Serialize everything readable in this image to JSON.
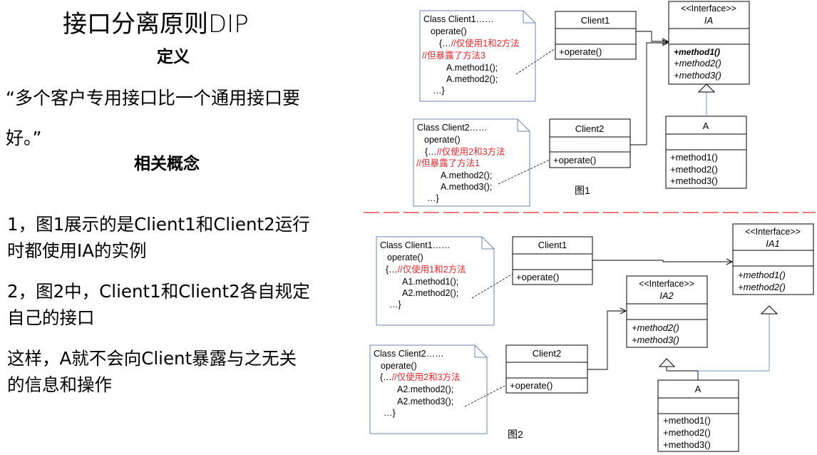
{
  "left": {
    "title": "接口分离原则DIP",
    "definition_heading": "定义",
    "definition_line1": "“多个客户专用接口比一个通用接口要",
    "definition_line2": "好。”",
    "concepts_heading": "相关概念",
    "point1_line1": "1，图1展示的是Client1和Client2运行",
    "point1_line2": "时都使用IA的实例",
    "point2_line1": "2，图2中，Client1和Client2各自规定",
    "point2_line2": "自己的接口",
    "point3_line1": "这样，A就不会向Client暴露与之无关",
    "point3_line2": "的信息和操作"
  },
  "fig1": {
    "caption": "图1",
    "note1": {
      "l1": "Class Client1……",
      "l2": "operate()",
      "l3_black": "{…",
      "l3_red": "//仅使用1和2方法",
      "l4_red": "//但暴露了方法3",
      "l5": "A.method1();",
      "l6": "A.method2();",
      "l7": "…}"
    },
    "note2": {
      "l1": "Class Client2……",
      "l2": "operate()",
      "l3_black": "{…",
      "l3_red": "//仅使用2和3方法",
      "l4_red": "//但暴露了方法1",
      "l5": "A.method2();",
      "l6": "A.method3();",
      "l7": "…}"
    },
    "client1": {
      "name": "Client1",
      "op": "+operate()"
    },
    "client2": {
      "name": "Client2",
      "op": "+operate()"
    },
    "ia": {
      "stereotype": "<<Interface>>",
      "name": "IA",
      "m1": "+method1()",
      "m2": "+method2()",
      "m3": "+method3()"
    },
    "a": {
      "name": "A",
      "m1": "+method1()",
      "m2": "+method2()",
      "m3": "+method3()"
    }
  },
  "fig2": {
    "caption": "图2",
    "note1": {
      "l1": "Class Client1……",
      "l2": "operate()",
      "l3_black": "{…",
      "l3_red": "//仅使用1和2方法",
      "l4": "A1.method1();",
      "l5": "A2.method2();",
      "l6": "…}"
    },
    "note2": {
      "l1": "Class Client2……",
      "l2": "operate()",
      "l3_black": "{…",
      "l3_red": "//仅使用2和3方法",
      "l4": "A2.method2();",
      "l5": "A2.method3();",
      "l6": "…}"
    },
    "client1": {
      "name": "Client1",
      "op": "+operate()"
    },
    "client2": {
      "name": "Client2",
      "op": "+operate()"
    },
    "ia1": {
      "stereotype": "<<Interface>>",
      "name": "IA1",
      "m1": "+method1()",
      "m2": "+method2()"
    },
    "ia2": {
      "stereotype": "<<Interface>>",
      "name": "IA2",
      "m1": "+method2()",
      "m2": "+method3()"
    },
    "a": {
      "name": "A",
      "m1": "+method1()",
      "m2": "+method2()",
      "m3": "+method3()"
    }
  },
  "colors": {
    "note_border": "#6f86b3",
    "comment_red": "#e8262b",
    "divider_red": "#e8262b",
    "realization_blue": "#8aa6cf"
  }
}
